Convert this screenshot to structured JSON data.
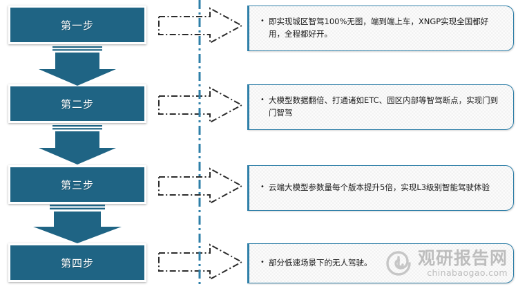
{
  "diagram": {
    "title": "",
    "colors": {
      "step_fill": "#1F6484",
      "step_border": "#FFFFFF",
      "step_text": "#FFFFFF",
      "arrow_fill": "#1F6484",
      "callout_border": "#2E7FA8",
      "callout_fill": "#F5F5F5",
      "divider_line": "#2E7FA8",
      "dash_arrow_stroke": "#2B2B2B",
      "watermark": "#9A9A9A"
    },
    "steps": [
      {
        "id": "step-1",
        "label": "第一步",
        "connector_icon": "dash-dot-right-arrow",
        "detail": "即实现城区智驾100%无图，端到端上车，XNGP实现全国都好用，全程都好开。"
      },
      {
        "id": "step-2",
        "label": "第二步",
        "connector_icon": "dash-dot-right-arrow",
        "detail": "大模型数据翻倍、打通诸如ETC、园区内部等智驾断点，实现门到门智驾"
      },
      {
        "id": "step-3",
        "label": "第三步",
        "connector_icon": "dash-dot-right-arrow",
        "detail": "云端大模型参数量每个版本提升5倍，实现L3级别智能驾驶体验"
      },
      {
        "id": "step-4",
        "label": "第四步",
        "connector_icon": "dash-dot-right-arrow",
        "detail": "部分低速场景下的无人驾驶。"
      }
    ],
    "flow_arrows": [
      {
        "id": "flow-arrow-1",
        "icon": "down-block-arrow"
      },
      {
        "id": "flow-arrow-2",
        "icon": "down-block-arrow"
      },
      {
        "id": "flow-arrow-3",
        "icon": "down-block-arrow"
      }
    ],
    "divider": {
      "icon": "vertical-dash-dot-line"
    }
  },
  "watermark": {
    "logo_icon": "spiral-logo",
    "title": "观研报告网",
    "url": "chinabaogao.com"
  }
}
